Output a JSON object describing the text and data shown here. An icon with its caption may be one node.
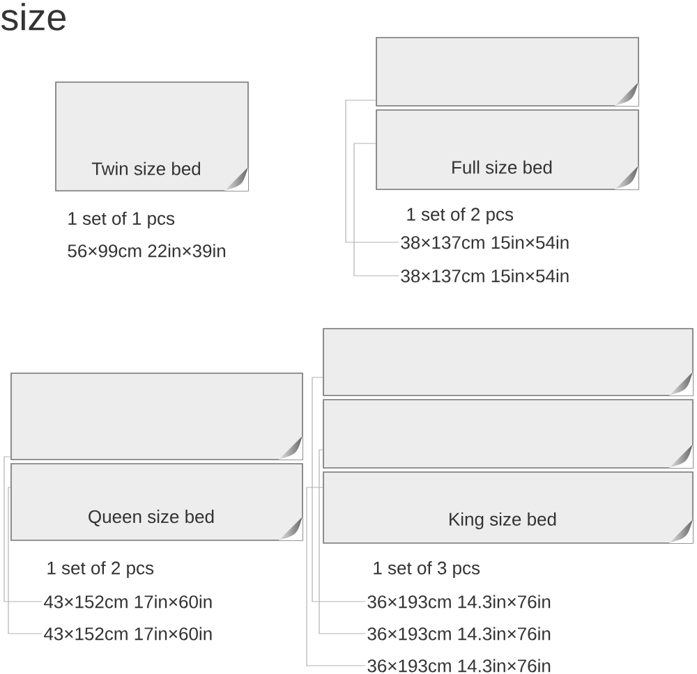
{
  "diagram": {
    "title": "size",
    "nodes": [
      {
        "text": [
          "Twin size bed"
        ]
      },
      {
        "text": [],
        "shape": "box"
      },
      {
        "text": [
          "Full size bed"
        ]
      },
      {
        "text": [
          "38×137cm 15in×54in"
        ]
      },
      {
        "text": [
          "38×137cm 15in×54in"
        ]
      },
      {
        "text": [],
        "shape": "box"
      },
      {
        "text": [
          "Queen size bed"
        ]
      },
      {
        "text": [
          "43×152cm 17in×60in"
        ]
      },
      {
        "text": [
          "43×152cm 17in×60in"
        ]
      },
      {
        "text": [],
        "shape": "box"
      },
      {
        "text": [],
        "shape": "box"
      },
      {
        "text": [
          "King size bed"
        ]
      },
      {
        "text": [
          "36×193cm 14.3in×76in"
        ]
      },
      {
        "text": [
          "36×193cm 14.3in×76in"
        ]
      },
      {
        "text": [
          "36×193cm 14.3in×76in"
        ]
      }
    ],
    "edges": [
      {
        "from": 1,
        "to": 3,
        "arrow": "none"
      },
      {
        "from": 2,
        "to": 4,
        "arrow": "none"
      },
      {
        "from": 5,
        "to": 7,
        "arrow": "none"
      },
      {
        "from": 6,
        "to": 8,
        "arrow": "none"
      },
      {
        "from": 9,
        "to": 12,
        "arrow": "none"
      },
      {
        "from": 10,
        "to": 13,
        "arrow": "none"
      },
      {
        "from": 11,
        "to": 14,
        "arrow": "none"
      }
    ],
    "labels": [
      "1 set of 1 pcs",
      "56×99cm 22in×39in",
      "1 set of 2 pcs",
      "1 set of 2 pcs",
      "1 set of 3 pcs"
    ]
  }
}
